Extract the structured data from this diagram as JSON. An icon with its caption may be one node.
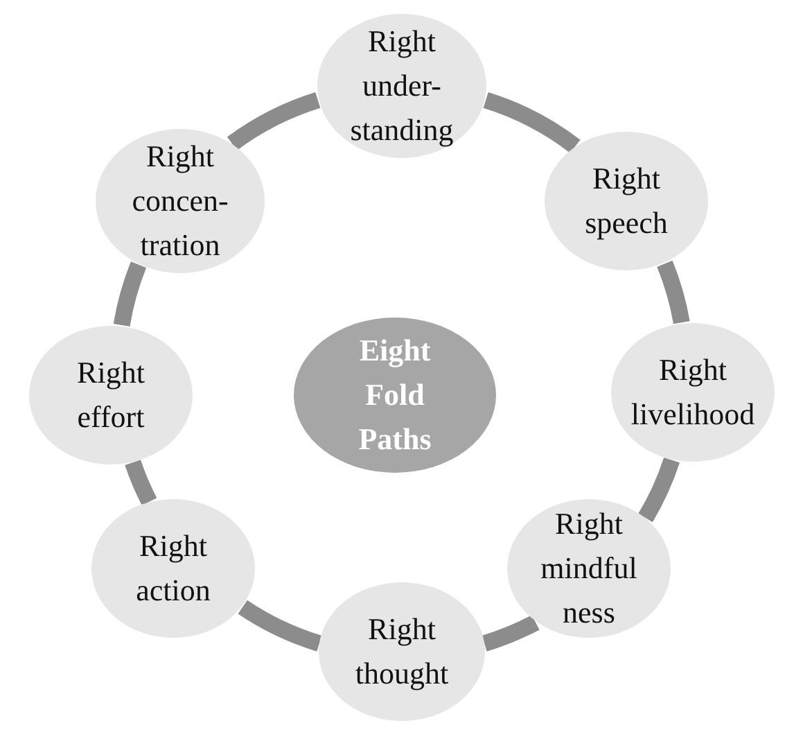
{
  "diagram": {
    "nodes": [
      {
        "text": [
          "Right under- standing"
        ]
      },
      {
        "text": [
          "Right speech"
        ]
      },
      {
        "text": [
          "Right livelihood"
        ]
      },
      {
        "text": [
          "Right mindful ness"
        ]
      },
      {
        "text": [
          "Right thought"
        ]
      },
      {
        "text": [
          "Right action"
        ]
      },
      {
        "text": [
          "Right effort"
        ]
      },
      {
        "text": [
          "Right concen- tration"
        ]
      },
      {
        "text": [
          "Eight Fold Paths"
        ]
      }
    ],
    "edges": [
      {
        "from": 0,
        "to": 1,
        "arrow": "none"
      },
      {
        "from": 1,
        "to": 2,
        "arrow": "none"
      },
      {
        "from": 2,
        "to": 3,
        "arrow": "none"
      },
      {
        "from": 3,
        "to": 4,
        "arrow": "none"
      },
      {
        "from": 4,
        "to": 5,
        "arrow": "none"
      },
      {
        "from": 5,
        "to": 6,
        "arrow": "none"
      },
      {
        "from": 6,
        "to": 7,
        "arrow": "none"
      },
      {
        "from": 7,
        "to": 0,
        "arrow": "none"
      }
    ]
  }
}
